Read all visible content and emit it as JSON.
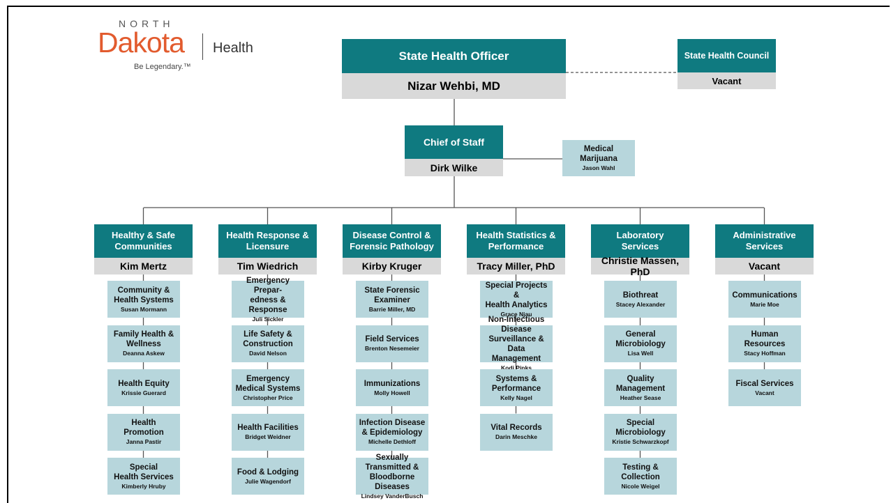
{
  "logo": {
    "north": "NORTH",
    "dakota": "Dakota",
    "health": "Health",
    "tagline": "Be Legendary.™"
  },
  "top": {
    "title": "State Health Officer",
    "name": "Nizar Wehbi, MD"
  },
  "council": {
    "title": "State Health Council",
    "name": "Vacant"
  },
  "chief": {
    "title": "Chief of Staff",
    "name": "Dirk Wilke"
  },
  "marijuana": {
    "title": "Medical\nMarijuana",
    "name": "Jason Wahl"
  },
  "departments": [
    {
      "title": "Healthy & Safe\nCommunities",
      "head": "Kim Mertz",
      "units": [
        {
          "title": "Community &\nHealth Systems",
          "name": "Susan Mormann"
        },
        {
          "title": "Family Health &\nWellness",
          "name": "Deanna Askew"
        },
        {
          "title": "Health Equity",
          "name": "Krissie Guerard"
        },
        {
          "title": "Health\nPromotion",
          "name": "Janna Pastir"
        },
        {
          "title": "Special\nHealth Services",
          "name": "Kimberly Hruby"
        }
      ]
    },
    {
      "title": "Health Response &\nLicensure",
      "head": "Tim Wiedrich",
      "units": [
        {
          "title": "Emergency Prepar-\nedness & Response",
          "name": "Juli Sickler"
        },
        {
          "title": "Life Safety &\nConstruction",
          "name": "David Nelson"
        },
        {
          "title": "Emergency\nMedical Systems",
          "name": "Christopher Price"
        },
        {
          "title": "Health Facilities",
          "name": "Bridget Weidner"
        },
        {
          "title": "Food & Lodging",
          "name": "Julie Wagendorf"
        }
      ]
    },
    {
      "title": "Disease Control &\nForensic Pathology",
      "head": "Kirby Kruger",
      "units": [
        {
          "title": "State Forensic\nExaminer",
          "name": "Barrie Miller, MD"
        },
        {
          "title": "Field Services",
          "name": "Brenton Nesemeier"
        },
        {
          "title": "Immunizations",
          "name": "Molly Howell"
        },
        {
          "title": "Infection Disease\n& Epidemiology",
          "name": "Michelle Dethloff"
        },
        {
          "title": "Sexually Transmitted &\nBloodborne Diseases",
          "name": "Lindsey VanderBusch"
        }
      ]
    },
    {
      "title": "Health Statistics &\nPerformance",
      "head": "Tracy Miller, PhD",
      "units": [
        {
          "title": "Special Projects &\nHealth Analytics",
          "name": "Grace Njau"
        },
        {
          "title": "Non-Infectious Disease\nSurveillance &\nData Management",
          "name": "Kodi Pinks"
        },
        {
          "title": "Systems &\nPerformance",
          "name": "Kelly Nagel"
        },
        {
          "title": "Vital Records",
          "name": "Darin Meschke"
        }
      ]
    },
    {
      "title": "Laboratory\nServices",
      "head": "Christie Massen, PhD",
      "units": [
        {
          "title": "Biothreat",
          "name": "Stacey Alexander"
        },
        {
          "title": "General\nMicrobiology",
          "name": "Lisa Well"
        },
        {
          "title": "Quality\nManagement",
          "name": "Heather Sease"
        },
        {
          "title": "Special\nMicrobiology",
          "name": "Kristie Schwarzkopf"
        },
        {
          "title": "Testing &\nCollection",
          "name": "Nicole Weigel"
        }
      ]
    },
    {
      "title": "Administrative\nServices",
      "head": "Vacant",
      "units": [
        {
          "title": "Communications",
          "name": "Marie Moe"
        },
        {
          "title": "Human\nResources",
          "name": "Stacy Hoffman"
        },
        {
          "title": "Fiscal Services",
          "name": "Vacant"
        }
      ]
    }
  ]
}
